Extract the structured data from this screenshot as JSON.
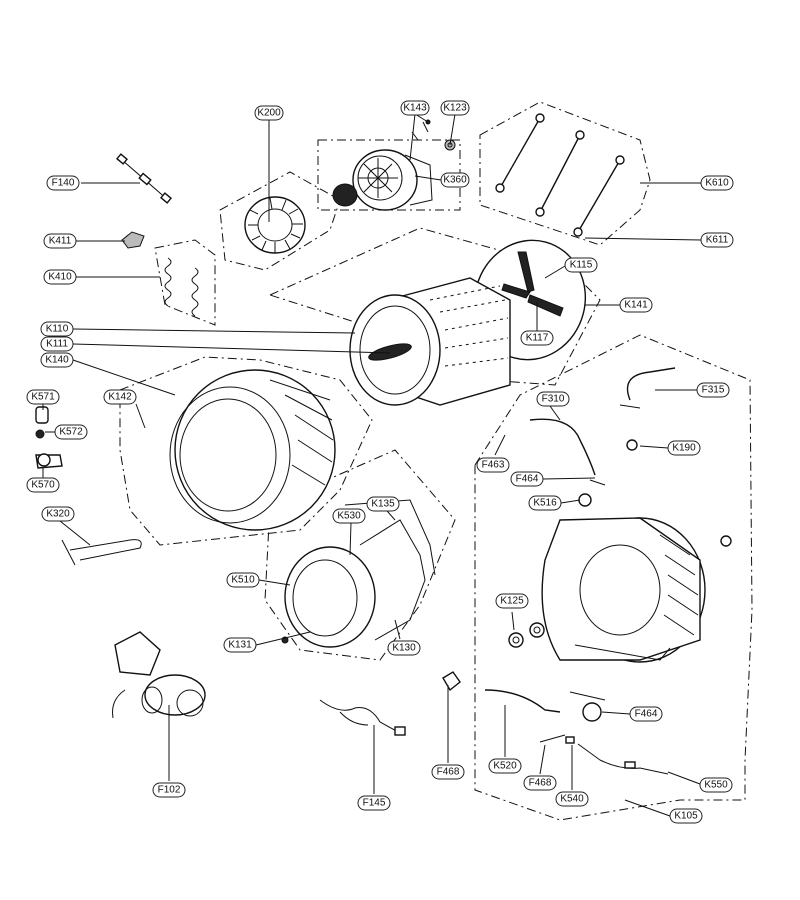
{
  "labels": {
    "K200": "K200",
    "K143": "K143",
    "K123": "K123",
    "K360": "K360",
    "F140": "F140",
    "K411": "K411",
    "K410": "K410",
    "K610": "K610",
    "K611": "K611",
    "K115": "K115",
    "K141": "K141",
    "K117": "K117",
    "K110": "K110",
    "K111": "K111",
    "K140": "K140",
    "K571": "K571",
    "K572": "K572",
    "K570": "K570",
    "K142": "K142",
    "K320": "K320",
    "K135": "K135",
    "K530": "K530",
    "K510": "K510",
    "K131": "K131",
    "K130": "K130",
    "F102": "F102",
    "F145": "F145",
    "F468a": "F468",
    "F463": "F463",
    "F310": "F310",
    "F315": "F315",
    "K190": "K190",
    "F464a": "F464",
    "K516": "K516",
    "K125": "K125",
    "F464b": "F464",
    "K520": "K520",
    "F468b": "F468",
    "K540": "K540",
    "K550": "K550",
    "K105": "K105"
  }
}
